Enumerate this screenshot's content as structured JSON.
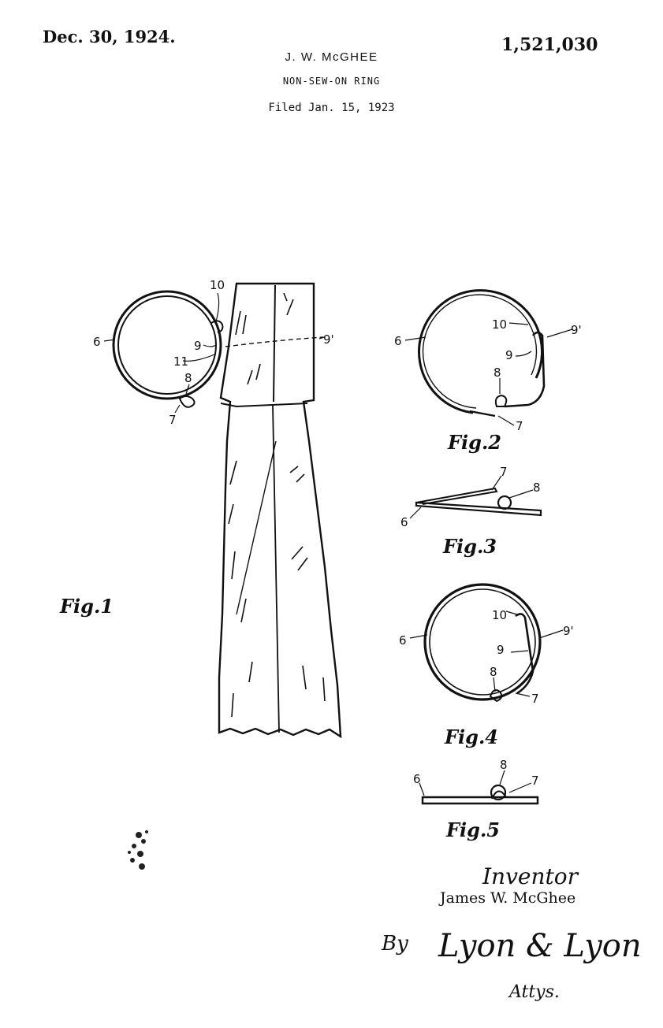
{
  "header": {
    "date": "Dec. 30, 1924.",
    "patent_number": "1,521,030",
    "inventor": "J. W. McGHEE",
    "title": "NON-SEW-ON RING",
    "filed": "Filed Jan. 15, 1923"
  },
  "figures": {
    "fig1": {
      "label": "Fig.1",
      "refs": [
        "10",
        "6",
        "9",
        "9'",
        "11",
        "8",
        "7"
      ]
    },
    "fig2": {
      "label": "Fig.2",
      "refs": [
        "6",
        "10",
        "9'",
        "9",
        "8",
        "7"
      ]
    },
    "fig3": {
      "label": "Fig.3",
      "refs": [
        "7",
        "8",
        "6"
      ]
    },
    "fig4": {
      "label": "Fig.4",
      "refs": [
        "6",
        "10",
        "9'",
        "9",
        "8",
        "7"
      ]
    },
    "fig5": {
      "label": "Fig.5",
      "refs": [
        "6",
        "8",
        "7"
      ]
    }
  },
  "signature": {
    "inventor_heading": "Inventor",
    "inventor_name": "James W. McGhee",
    "by": "By",
    "attorneys": "Lyon & Lyon",
    "attys": "Attys."
  }
}
